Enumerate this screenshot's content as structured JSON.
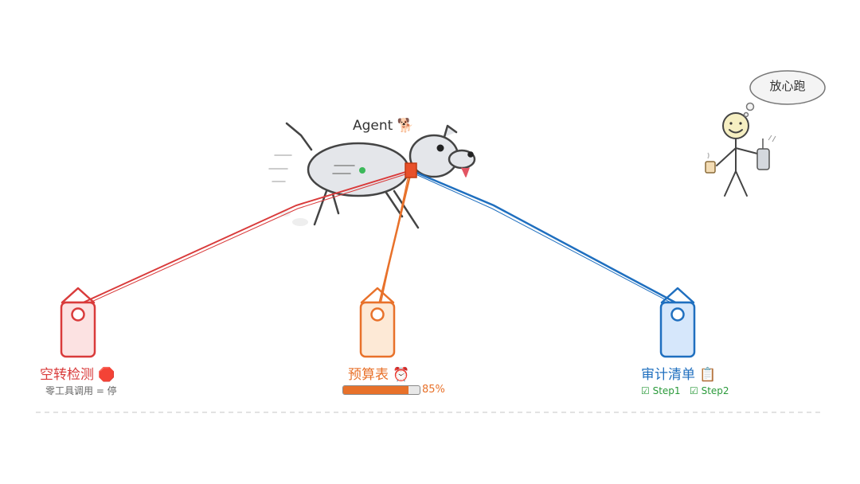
{
  "colors": {
    "red": "#d93b3b",
    "orange": "#e8712a",
    "blue": "#1f6fbf",
    "green": "#2a9a3a",
    "gray_text": "#666666"
  },
  "agent": {
    "label": "Agent 🐕"
  },
  "user": {
    "speech": "放心跑"
  },
  "nodes": [
    {
      "title": "空转检测",
      "emoji": "🛑",
      "caption": "零工具调用 = 停"
    },
    {
      "title": "预算表",
      "emoji": "⏰",
      "progress": 0.85,
      "progress_text": "85%"
    },
    {
      "title": "审计清单",
      "emoji": "📋",
      "checks": [
        "☑ Step1",
        "☑ Step2"
      ]
    }
  ]
}
